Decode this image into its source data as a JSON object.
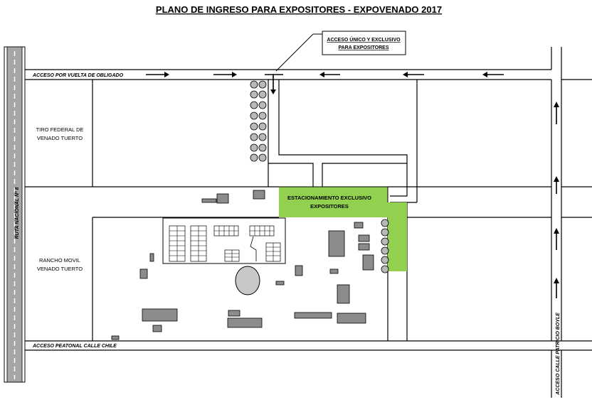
{
  "title": "PLANO DE INGRESO PARA EXPOSITORES - EXPOVENADO 2017",
  "callout": {
    "line1": "ACCESO ÚNICO Y EXCLUSIVO",
    "line2": "PARA EXPOSITORES"
  },
  "roads": {
    "top_access": "ACCESO POR VUELTA DE OBLIGADO",
    "bottom_access": "ACCESO PEATONAL CALLE CHILE",
    "left_route": "RUTA NACIONAL Nº 8",
    "right_access": "ACCESO CALLE PATRICIO BOYLE"
  },
  "zones": {
    "tiro_federal_line1": "TIRO FEDERAL DE",
    "tiro_federal_line2": "VENADO TUERTO",
    "rancho_line1": "RANCHO MOVIL",
    "rancho_line2": "VENADO TUERTO",
    "parking_line1": "ESTACIONAMIENTO EXCLUSIVO",
    "parking_line2": "EXPOSITORES"
  },
  "colors": {
    "parking": "#92d050",
    "building": "#8c8c8c",
    "route": "#a6a6a6"
  },
  "icons": [
    "arrow-right-icon",
    "arrow-left-icon",
    "arrow-up-icon",
    "arrow-down-icon",
    "tree-icon",
    "building-icon"
  ]
}
